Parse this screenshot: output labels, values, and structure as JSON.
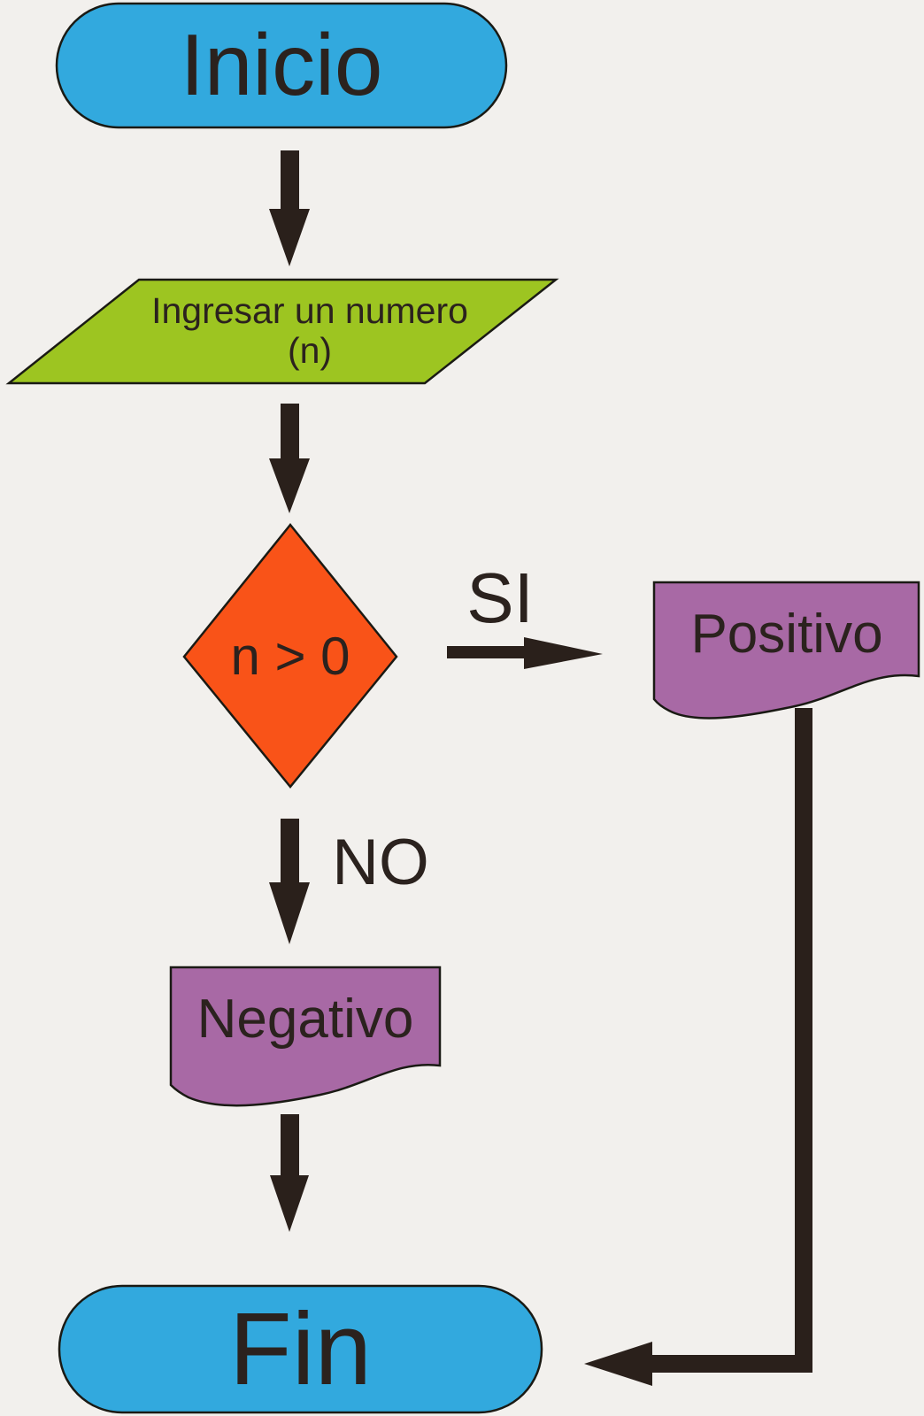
{
  "flowchart": {
    "nodes": {
      "start": {
        "label": "Inicio"
      },
      "input": {
        "label_line1": "Ingresar un numero",
        "label_line2": "(n)"
      },
      "decision": {
        "label": "n > 0"
      },
      "positive": {
        "label": "Positivo"
      },
      "negative": {
        "label": "Negativo"
      },
      "end": {
        "label": "Fin"
      }
    },
    "edge_labels": {
      "yes": "SI",
      "no": "NO"
    }
  },
  "colors": {
    "background": "#F2F0ED",
    "terminator_fill": "#32A9DE",
    "input_fill": "#9DC521",
    "decision_fill": "#F95318",
    "document_fill": "#A869A5",
    "arrow": "#2A201B",
    "outline": "#1A1A14",
    "text": "#2B221E"
  }
}
